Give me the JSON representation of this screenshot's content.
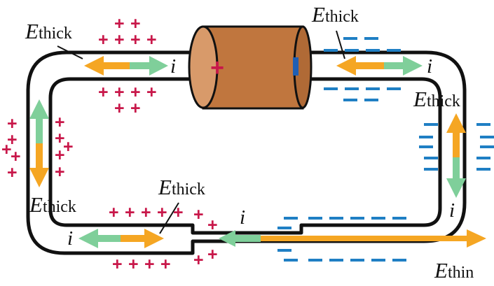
{
  "colors": {
    "positive": "#c8184a",
    "negative": "#1f7fc4",
    "field_arrow": "#f5a623",
    "current_arrow": "#7fcf9a",
    "wire": "#111111",
    "battery_body": "#c0763e",
    "battery_cap": "#d89a6a"
  },
  "labels": {
    "e_letter": "E",
    "thick_sub": "thick",
    "thin_sub": "thin",
    "current": "i"
  },
  "charges": {
    "positive_symbol": "+",
    "negative_symbol": "–"
  },
  "battery": {
    "positive_terminal": "+",
    "negative_terminal": "–"
  },
  "icons": [
    "battery-icon",
    "field-arrow-icon",
    "current-arrow-icon"
  ]
}
